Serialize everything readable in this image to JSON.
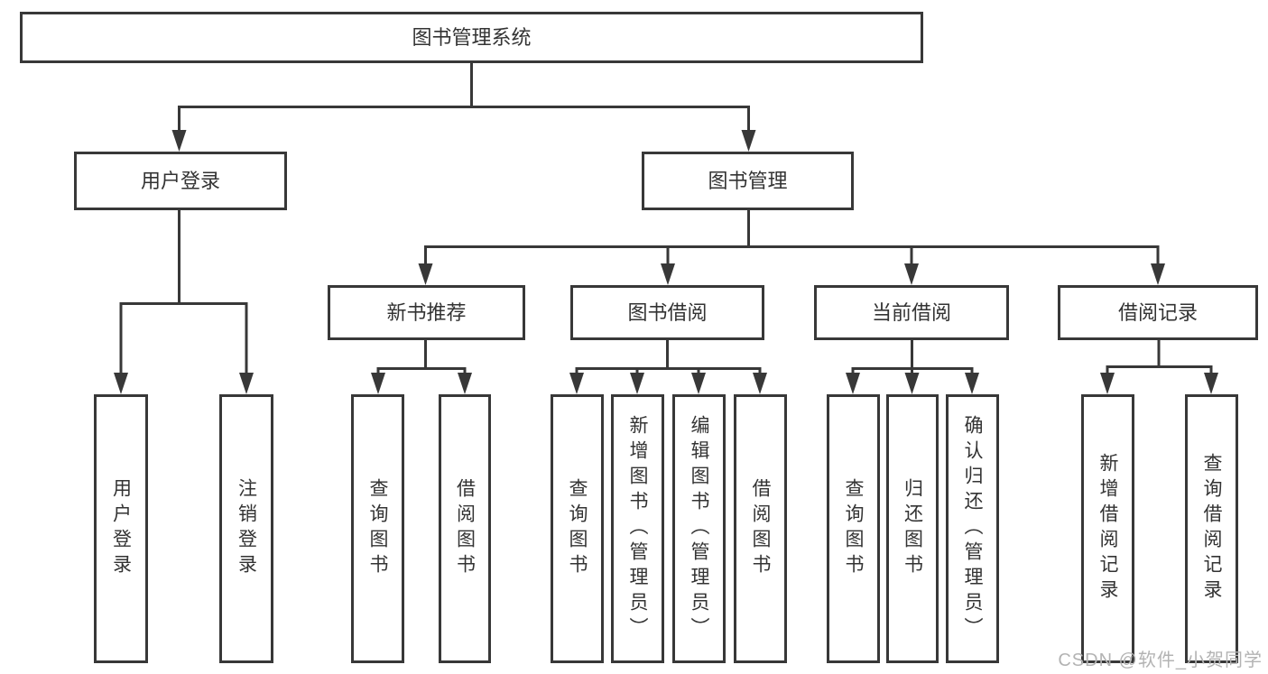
{
  "tree": {
    "label": "图书管理系统",
    "children": [
      {
        "label": "用户登录",
        "children": [
          {
            "label": "用户登录"
          },
          {
            "label": "注销登录"
          }
        ]
      },
      {
        "label": "图书管理",
        "children": [
          {
            "label": "新书推荐",
            "children": [
              {
                "label": "查询图书"
              },
              {
                "label": "借阅图书"
              }
            ]
          },
          {
            "label": "图书借阅",
            "children": [
              {
                "label": "查询图书"
              },
              {
                "label": "新增图书（管理员）"
              },
              {
                "label": "编辑图书（管理员）"
              },
              {
                "label": "借阅图书"
              }
            ]
          },
          {
            "label": "当前借阅",
            "children": [
              {
                "label": "查询图书"
              },
              {
                "label": "归还图书"
              },
              {
                "label": "确认归还（管理员）"
              }
            ]
          },
          {
            "label": "借阅记录",
            "children": [
              {
                "label": "新增借阅记录"
              },
              {
                "label": "查询借阅记录"
              }
            ]
          }
        ]
      }
    ]
  },
  "watermark": "CSDN @软件_小贺同学",
  "colors": {
    "line": "#383838",
    "text": "#333333",
    "watermark": "#b3b3b3",
    "canvas": "#ffffff"
  }
}
